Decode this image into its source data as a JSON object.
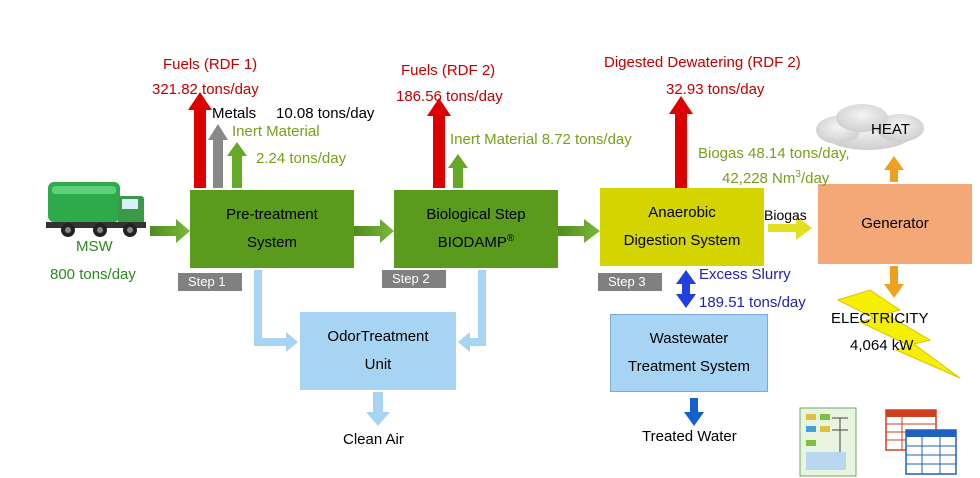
{
  "msw": {
    "label": "MSW",
    "amount": "800 tons/day"
  },
  "steps": {
    "pretreatment": {
      "title_line1": "Pre-treatment",
      "title_line2": "System",
      "step": "Step  1"
    },
    "biological": {
      "title_line1": "Biological Step",
      "title_line2": "BIODAMP",
      "reg": "®",
      "step": "Step  2"
    },
    "anaerobic": {
      "title_line1": "Anaerobic",
      "title_line2": "Digestion System",
      "step": "Step  3"
    }
  },
  "outputs": {
    "fuels_rdf1": {
      "label": "Fuels (RDF 1)",
      "amount": "321.82 tons/day"
    },
    "metals": {
      "label": "Metals",
      "amount": "10.08 tons/day"
    },
    "inert1": {
      "label": "Inert Material",
      "amount": "2.24 tons/day"
    },
    "fuels_rdf2": {
      "label": "Fuels (RDF 2)",
      "amount": "186.56 tons/day"
    },
    "inert2": {
      "label": "Inert Material  8.72 tons/day"
    },
    "digested": {
      "label": "Digested Dewatering (RDF 2)",
      "amount": "32.93 tons/day"
    },
    "biogas_flow": {
      "line1": "Biogas 48.14 tons/day,",
      "line2_prefix": "42,228 Nm",
      "line2_sup": "3",
      "line2_suffix": "/day"
    },
    "biogas": "Biogas",
    "excess_slurry": {
      "label": "Excess Slurry",
      "amount": "189.51 tons/day"
    }
  },
  "generator": "Generator",
  "heat": "HEAT",
  "electricity": {
    "label": "ELECTRICITY",
    "amount": "4,064 kW"
  },
  "odor": {
    "line1": "OdorTreatment",
    "line2": "Unit"
  },
  "clean_air": "Clean Air",
  "wastewater": {
    "line1": "Wastewater",
    "line2": "Treatment  System"
  },
  "treated_water": "Treated Water",
  "colors": {
    "green_box": "#5a9a1c",
    "yellow_box": "#d4d400",
    "generator": "#f4a878",
    "light_blue": "#a8d4f4",
    "fuel_red": "#dd0000",
    "olive_arrow": "#66a82a",
    "orange_arrow": "#f0a020",
    "blue_arrow": "#1060d0"
  }
}
